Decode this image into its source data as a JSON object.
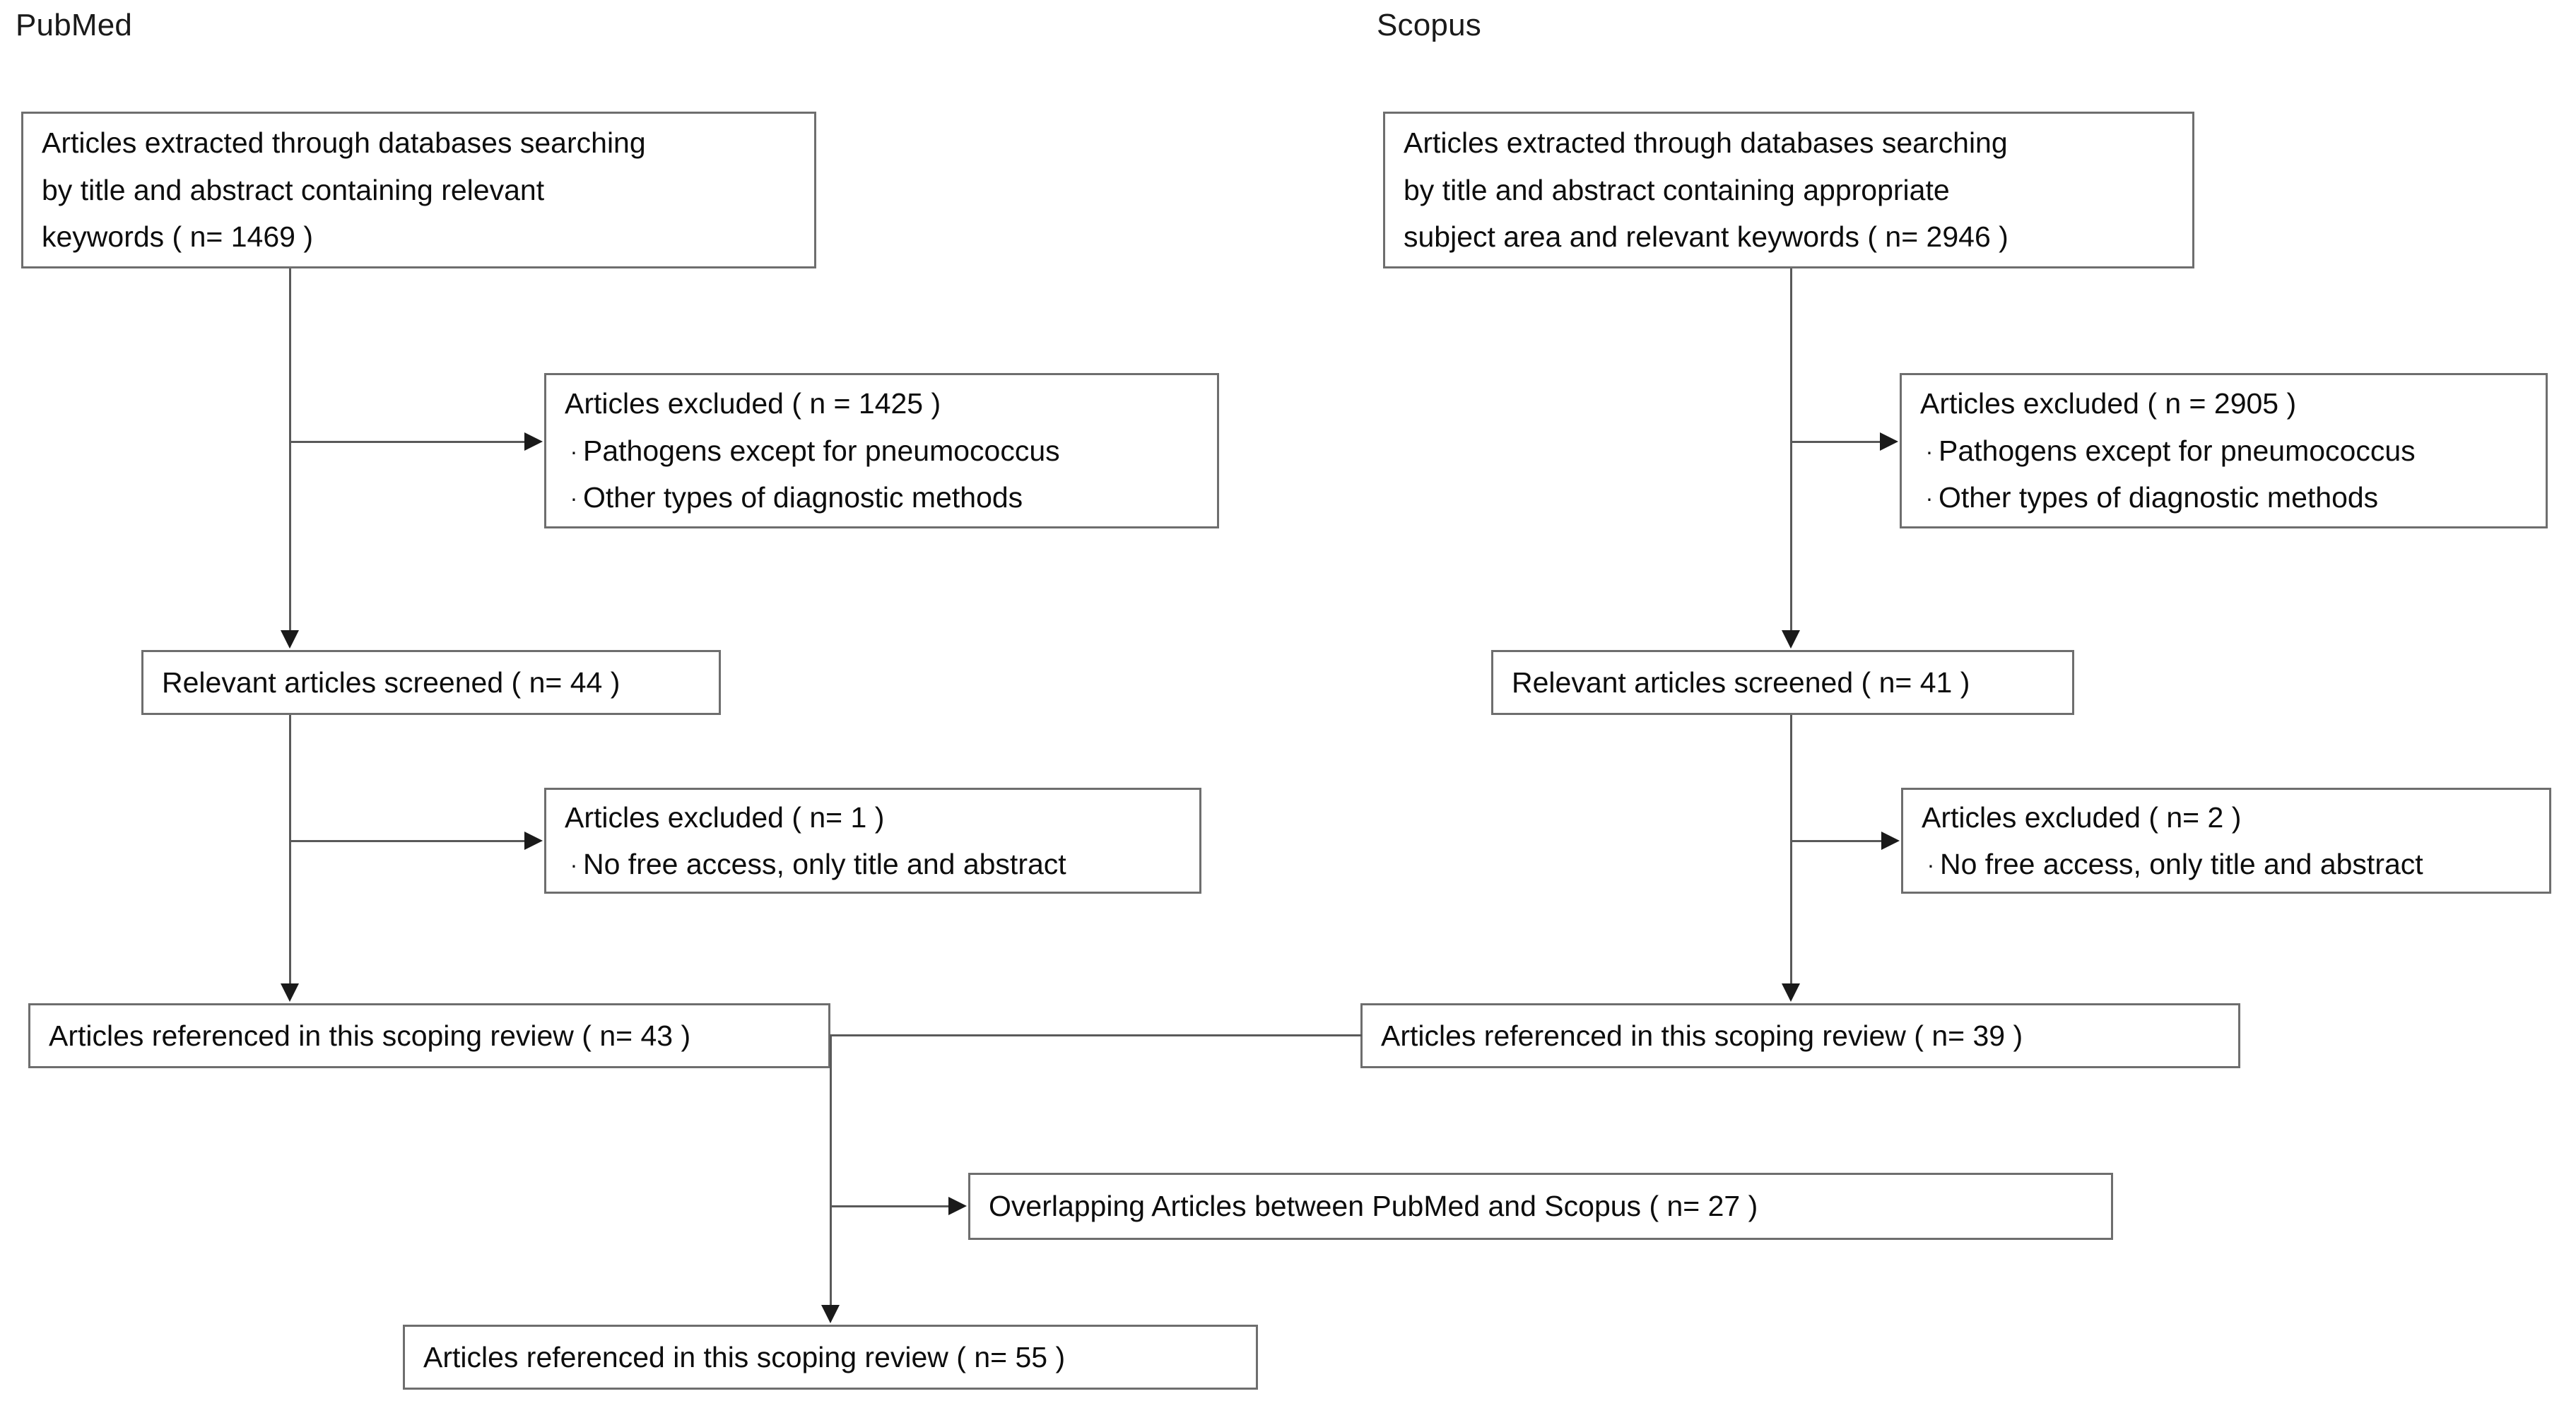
{
  "diagram": {
    "type": "prisma-flow-diagram",
    "columns": [
      {
        "id": "pubmed",
        "title": "PubMed",
        "identified": {
          "line1": "Articles extracted through databases searching",
          "line2": "by title and abstract containing relevant",
          "line3": "keywords ( n= 1469 )",
          "n": 1469
        },
        "excluded_screening": {
          "heading": "Articles excluded ( n = 1425 )",
          "n": 1425,
          "reasons": [
            "Pathogens except for pneumococcus",
            "Other types of diagnostic methods"
          ]
        },
        "screened": {
          "label": "Relevant articles screened ( n= 44 )",
          "n": 44
        },
        "excluded_access": {
          "heading": "Articles excluded ( n= 1 )",
          "n": 1,
          "reasons": [
            "No free access, only title and abstract"
          ]
        },
        "referenced": {
          "label": "Articles referenced in this scoping review ( n= 43 )",
          "n": 43
        }
      },
      {
        "id": "scopus",
        "title": "Scopus",
        "identified": {
          "line1": "Articles extracted through databases searching",
          "line2": "by title and abstract containing appropriate",
          "line3": "subject area and relevant keywords ( n= 2946 )",
          "n": 2946
        },
        "excluded_screening": {
          "heading": "Articles excluded ( n = 2905 )",
          "n": 2905,
          "reasons": [
            "Pathogens except for pneumococcus",
            "Other types of diagnostic methods"
          ]
        },
        "screened": {
          "label": "Relevant articles screened ( n= 41 )",
          "n": 41
        },
        "excluded_access": {
          "heading": "Articles excluded ( n= 2 )",
          "n": 2,
          "reasons": [
            "No free access, only title and abstract"
          ]
        },
        "referenced": {
          "label": "Articles referenced in this scoping review ( n= 39 )",
          "n": 39
        }
      }
    ],
    "merge": {
      "overlap": {
        "label": "Overlapping Articles between PubMed and Scopus ( n= 27 )",
        "n": 27
      },
      "total": {
        "label": "Articles referenced in this scoping review ( n= 55 )",
        "n": 55
      }
    },
    "bullet_glyph": "·",
    "colors": {
      "box_border": "#6e6e6e",
      "connector": "#595959",
      "arrowhead": "#1a1a1a",
      "text": "#0d0d0d",
      "background": "#ffffff"
    }
  }
}
